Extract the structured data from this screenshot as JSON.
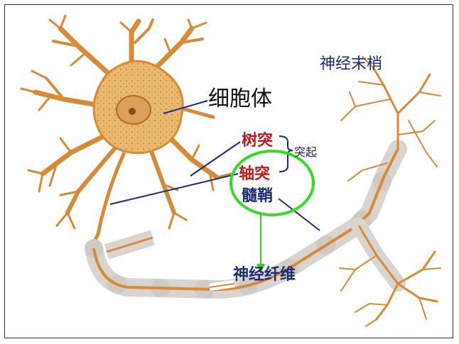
{
  "labels": {
    "soma": "细胞体",
    "nerve_endings": "神经末梢",
    "dendrite": "树突",
    "axon": "轴突",
    "process": "突起",
    "myelin_sheath": "髓鞘",
    "nerve_fiber": "神经纤维"
  },
  "colors": {
    "neuron": "#d98a35",
    "neuron_dark": "#b86a20",
    "soma_fill": "#e8b96e",
    "sheath": "#d9d4cf",
    "leader_line": "#1d2a7a",
    "highlight_circle": "#33dd22",
    "arrow": "#33cc22",
    "red_label": "#c0181c",
    "blue_label": "#1d2a7a"
  }
}
